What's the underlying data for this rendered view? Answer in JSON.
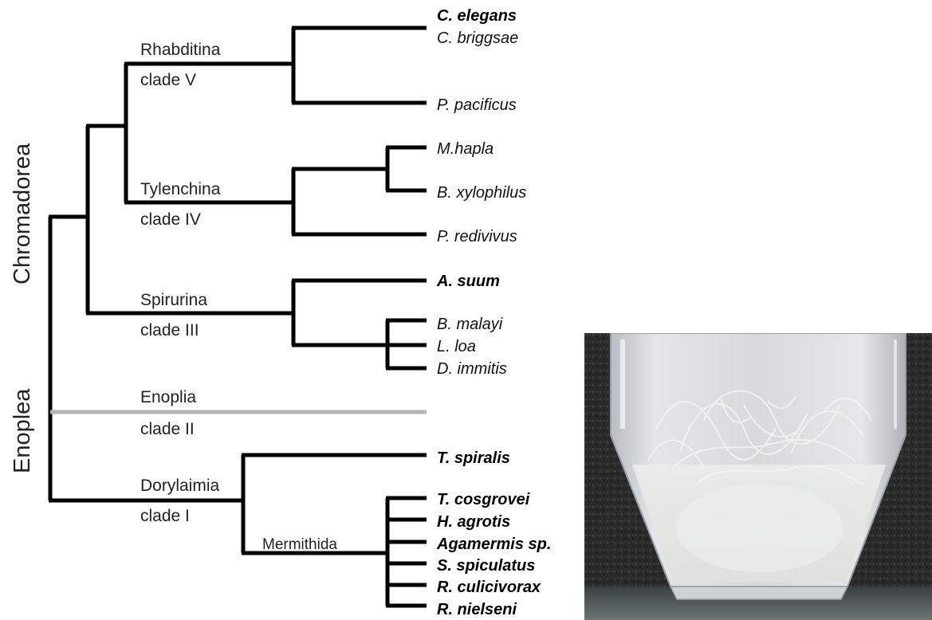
{
  "classes": {
    "chromadorea": "Chromadorea",
    "enoplea": "Enoplea"
  },
  "clades": {
    "rhabditina": "Rhabditina",
    "clade_v": "clade V",
    "tylenchina": "Tylenchina",
    "clade_iv": "clade IV",
    "spirurina": "Spirurina",
    "clade_iii": "clade III",
    "enoplia": "Enoplia",
    "clade_ii": "clade II",
    "dorylaimia": "Dorylaimia",
    "clade_i": "clade I",
    "mermithida": "Mermithida"
  },
  "taxa": {
    "c_elegans": "C. elegans",
    "c_briggsae": "C. briggsae",
    "p_pacificus": "P. pacificus",
    "m_hapla": "M.hapla",
    "b_xylophilus": "B. xylophilus",
    "p_redivivus": "P. redivivus",
    "a_suum": "A. suum",
    "b_malayi": "B. malayi",
    "l_loa": "L. loa",
    "d_immitis": "D. immitis",
    "t_spiralis": "T. spiralis",
    "t_cosgrovei": "T. cosgrovei",
    "h_agrotis": "H. agrotis",
    "agamermis": "Agamermis sp.",
    "s_spiculatus": "S. spiculatus",
    "r_culicivorax": "R. culicivorax",
    "r_nielseni": "R. nielseni"
  },
  "colors": {
    "branch": "#000000",
    "enoplia_branch": "#b4b4b4",
    "photo_background": "#2a2a2a"
  }
}
